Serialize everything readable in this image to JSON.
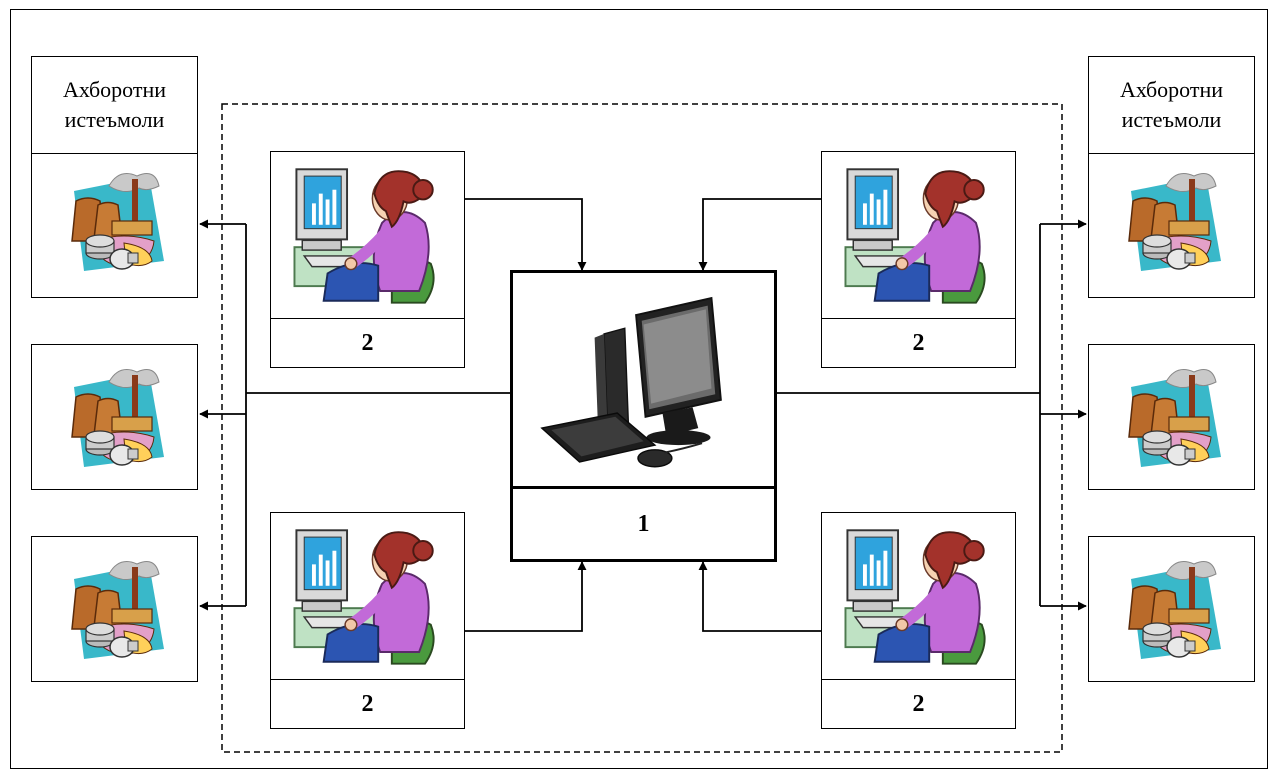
{
  "server": {
    "label": "1",
    "icon": "computer-icon"
  },
  "operators": [
    {
      "label": "2",
      "icon": "operator-workstation-icon"
    },
    {
      "label": "2",
      "icon": "operator-workstation-icon"
    },
    {
      "label": "2",
      "icon": "operator-workstation-icon"
    },
    {
      "label": "2",
      "icon": "operator-workstation-icon"
    }
  ],
  "consumers": {
    "left_header": "Ахборотни истеъмоли",
    "right_header": "Ахборотни истеъмоли",
    "icon": "power-plant-icon"
  }
}
